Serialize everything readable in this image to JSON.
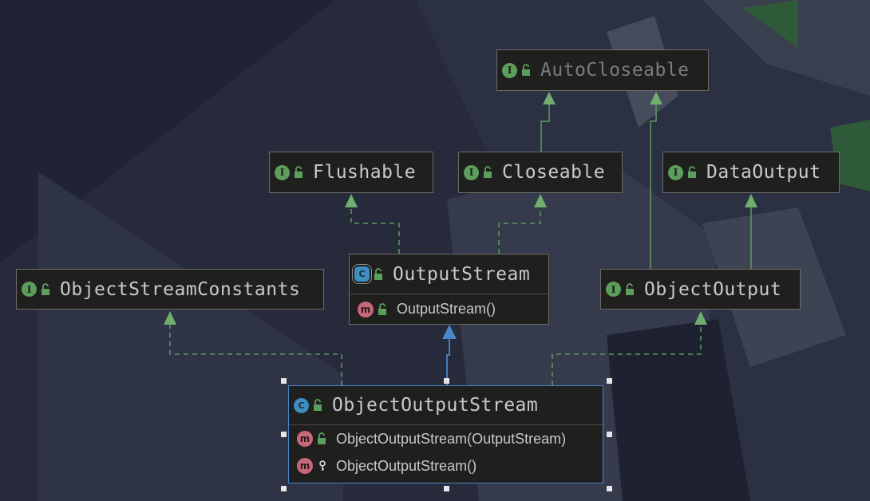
{
  "nodes": {
    "autocloseable": {
      "name": "AutoCloseable",
      "kind": "interface",
      "badge": "I",
      "visibility": "public"
    },
    "flushable": {
      "name": "Flushable",
      "kind": "interface",
      "badge": "I",
      "visibility": "public"
    },
    "closeable": {
      "name": "Closeable",
      "kind": "interface",
      "badge": "I",
      "visibility": "public"
    },
    "dataoutput": {
      "name": "DataOutput",
      "kind": "interface",
      "badge": "I",
      "visibility": "public"
    },
    "objectstreamconstants": {
      "name": "ObjectStreamConstants",
      "kind": "interface",
      "badge": "I",
      "visibility": "public"
    },
    "outputstream": {
      "name": "OutputStream",
      "kind": "abstract-class",
      "badge": "C",
      "visibility": "public",
      "members": [
        {
          "badge": "m",
          "visibility": "public",
          "signature": "OutputStream()"
        }
      ]
    },
    "objectoutput": {
      "name": "ObjectOutput",
      "kind": "interface",
      "badge": "I",
      "visibility": "public"
    },
    "objectoutputstream": {
      "name": "ObjectOutputStream",
      "kind": "class",
      "badge": "C",
      "visibility": "public",
      "members": [
        {
          "badge": "m",
          "visibility": "public",
          "signature": "ObjectOutputStream(OutputStream)"
        },
        {
          "badge": "m",
          "visibility": "protected",
          "signature": "ObjectOutputStream()"
        }
      ]
    }
  },
  "relations": [
    {
      "from": "closeable",
      "to": "autocloseable",
      "type": "extends-interface"
    },
    {
      "from": "objectoutput",
      "to": "autocloseable",
      "type": "extends-interface"
    },
    {
      "from": "objectoutput",
      "to": "dataoutput",
      "type": "extends-interface"
    },
    {
      "from": "outputstream",
      "to": "flushable",
      "type": "implements"
    },
    {
      "from": "outputstream",
      "to": "closeable",
      "type": "implements"
    },
    {
      "from": "objectoutputstream",
      "to": "outputstream",
      "type": "extends"
    },
    {
      "from": "objectoutputstream",
      "to": "objectstreamconstants",
      "type": "implements"
    },
    {
      "from": "objectoutputstream",
      "to": "objectoutput",
      "type": "implements"
    }
  ],
  "colors": {
    "interface_badge": "#5c9e5c",
    "class_badge": "#3c8fc0",
    "method_badge": "#c8677a",
    "interface_edge": "#5f9a5f",
    "extends_edge": "#4a86c8",
    "selection": "#4a86c8",
    "node_fill": "#1f1f1d"
  },
  "selected_node": "objectoutputstream"
}
